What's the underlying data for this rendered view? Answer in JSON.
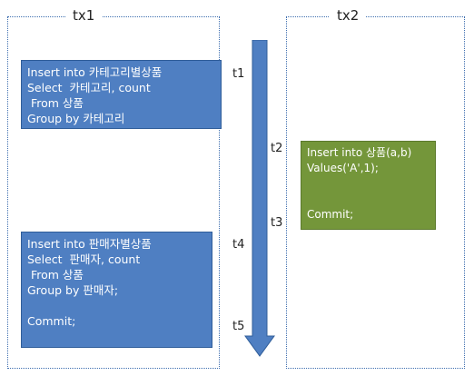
{
  "panels": {
    "tx1_title": "tx1",
    "tx2_title": "tx2"
  },
  "boxes": {
    "box1": "Insert into 카테고리별상품\nSelect  카테고리, count\n From 상품\nGroup by 카테고리",
    "box2": "Insert into 판매자별상품\nSelect  판매자, count\n From 상품\nGroup by 판매자;\n\nCommit;",
    "box3": "Insert into 상품(a,b)\nValues('A',1);\n\n\nCommit;"
  },
  "timeline": {
    "t1": "t1",
    "t2": "t2",
    "t3": "t3",
    "t4": "t4",
    "t5": "t5"
  },
  "colors": {
    "tx1_box": "#4f7fc2",
    "tx2_box": "#74963a",
    "arrow": "#4f7fc2",
    "panel_border": "#3f6fb0"
  }
}
